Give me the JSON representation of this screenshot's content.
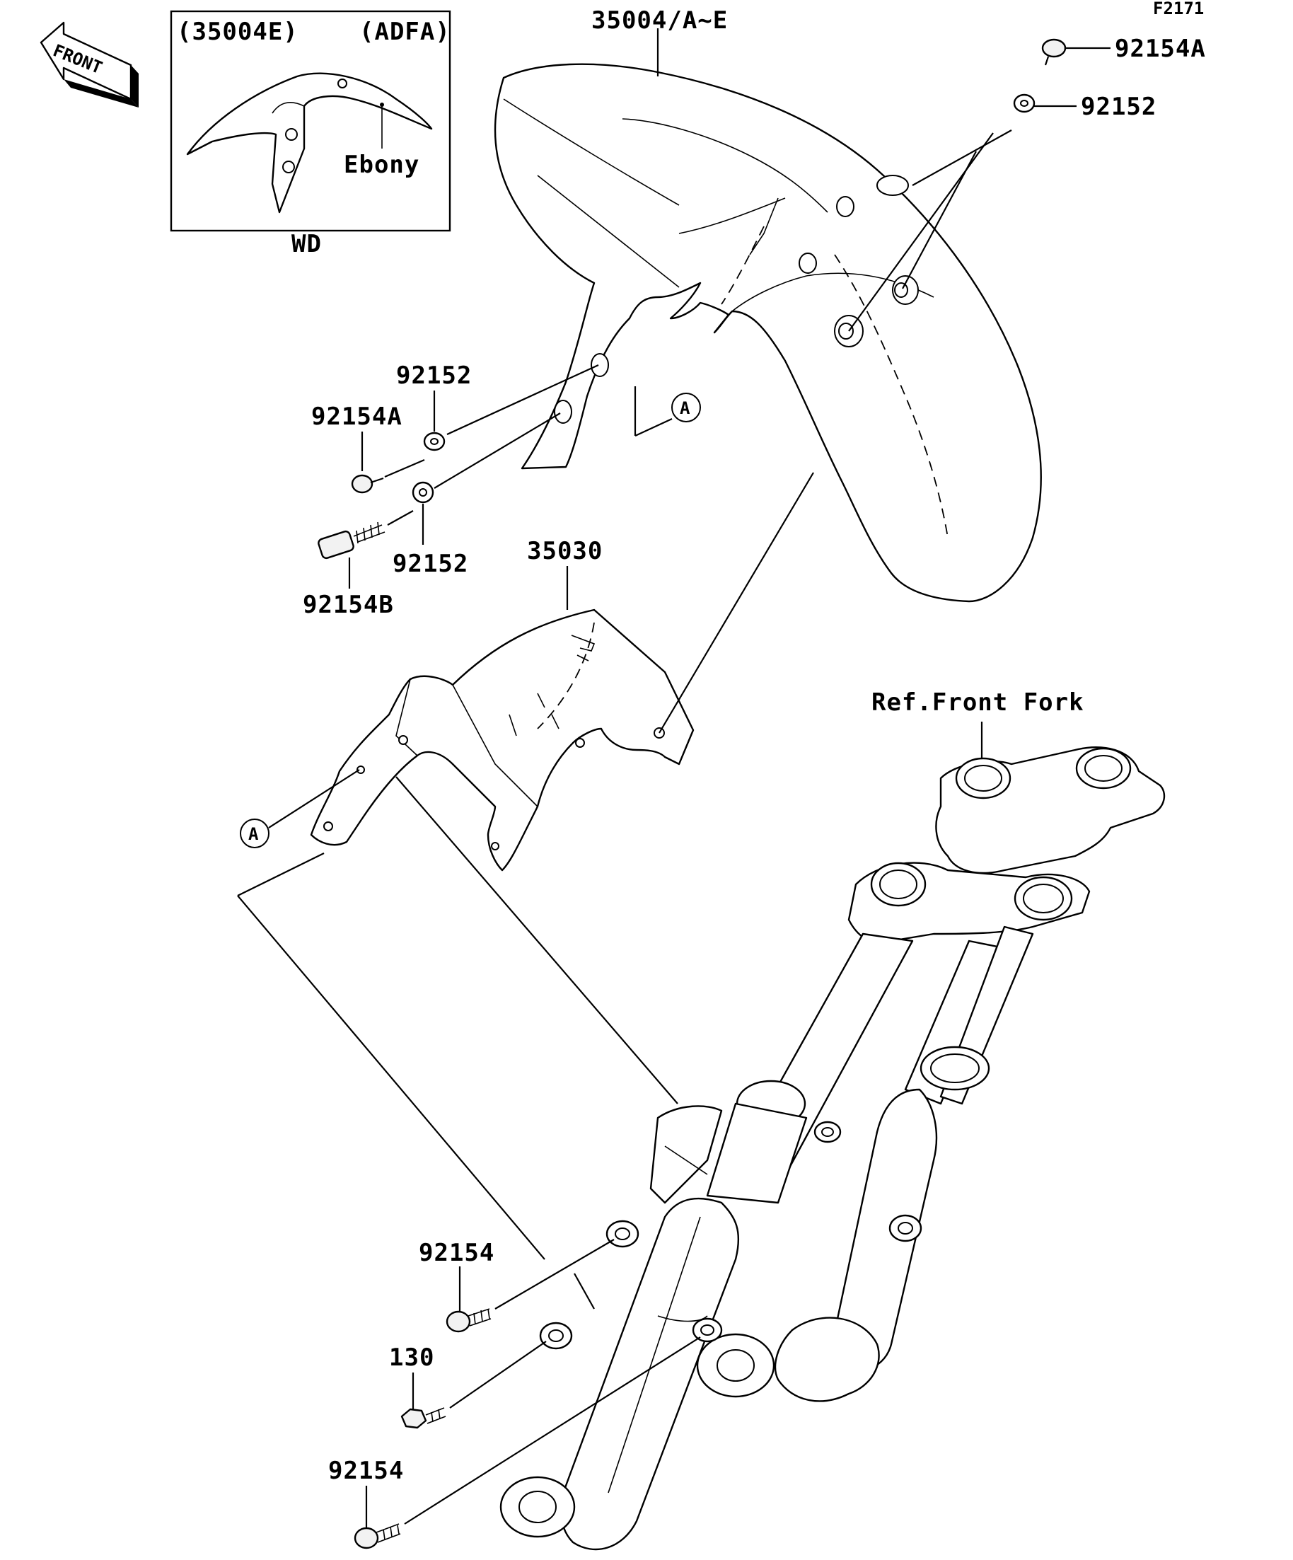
{
  "diagram_id": "F2171",
  "front_arrow_text": "FRONT",
  "inset": {
    "part_no": "(35004E)",
    "code": "(ADFA)",
    "color_note": "Ebony",
    "region": "WD"
  },
  "labels": {
    "fender": "35004/A~E",
    "top_screw": "92154A",
    "top_washer": "92152",
    "mid_washer_upper": "92152",
    "mid_screw_a": "92154A",
    "mid_washer_lower": "92152",
    "mid_screw_b": "92154B",
    "bracket": "35030",
    "fork_ref": "Ref.Front Fork",
    "fork_bolt_upper": "92154",
    "fork_bolt_130": "130",
    "fork_bolt_lower": "92154",
    "callout_a_upper": "A",
    "callout_a_lower": "A"
  }
}
